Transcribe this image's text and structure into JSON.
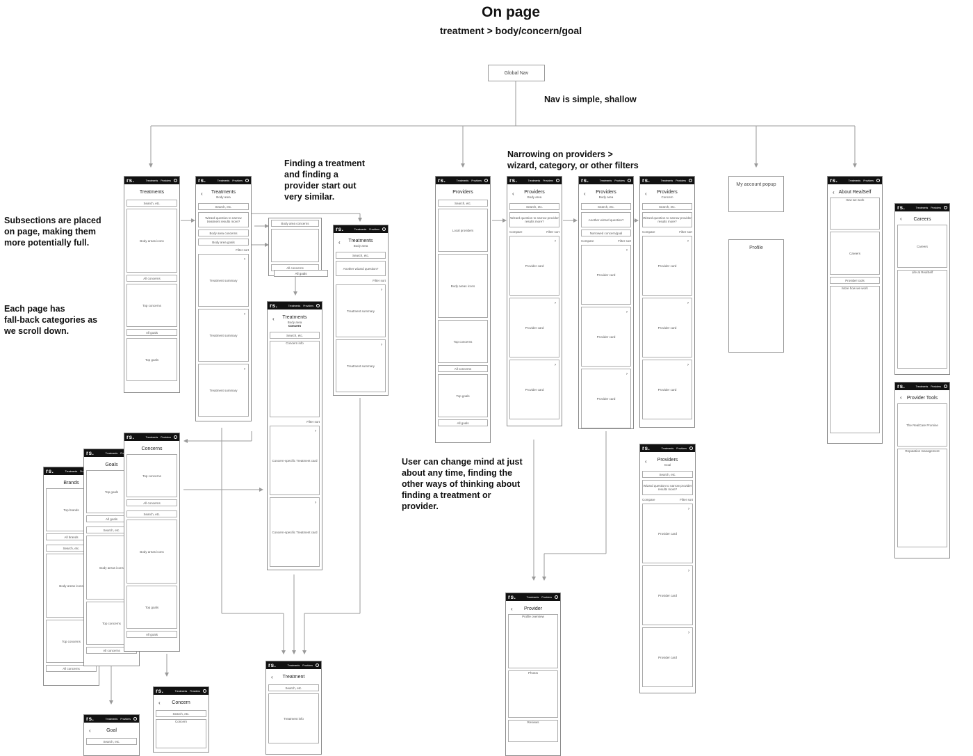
{
  "header": {
    "title": "On page",
    "subtitle": "treatment > body/concern/goal"
  },
  "global_nav": "Global Nav",
  "notes": {
    "nav": "Nav is simple, shallow",
    "finding": "Finding a treatment\nand finding a\nprovider start out\nvery similar.",
    "narrowing": "Narrowing on providers >\nwizard, category, or other filters",
    "subsections": "Subsections are placed\non page, making them\nmore potentially full.",
    "fallback": "Each page has\nfall-back categories as\nwe scroll down.",
    "change_mind": "User can change mind at just\nabout any time, finding the\nother ways of thinking about\nfinding a treatment or\nprovider."
  },
  "phone_chrome": {
    "logo": "rs.",
    "nav1": "Treatments",
    "nav2": "Providers"
  },
  "screens": {
    "treatments": {
      "title": "Treatments",
      "search": "Search, etc.",
      "body_icons": "Body areas icons",
      "all_concerns": "All concerns",
      "top_concerns": "Top concerns",
      "all_goals": "All goals",
      "top_goals": "Top goals"
    },
    "treatments_body": {
      "title": "Treatments",
      "sub": "Body area",
      "search": "Search, etc.",
      "wizard": "Wizard question to narrow treatment results more?",
      "concerns": "Body area concerns",
      "goals": "Body area goals",
      "filter": "Filter sort",
      "summary": "Treatment summary"
    },
    "dropdown": {
      "concerns": "Body area concerns",
      "all_concerns": "All concerns",
      "all_goals": "All goals"
    },
    "treatments_body2": {
      "title": "Treatments",
      "sub": "Body area",
      "search": "Search, etc.",
      "wizard": "Another wizard question?",
      "filter": "Filter sort",
      "summary": "Treatment summary"
    },
    "treatments_concern": {
      "title": "Treatments",
      "sub": "Body area",
      "sub2": "Concern",
      "search": "Search, etc.",
      "info": "Concern info",
      "filter": "Filter sort",
      "card": "Concern-specific Treatment card"
    },
    "providers": {
      "title": "Providers",
      "search": "Search, etc.",
      "local": "Local providers",
      "body_icons": "Body areas icons",
      "top_concerns": "Top concerns",
      "all_concerns": "All concerns",
      "top_goals": "Top goals",
      "all_goals": "All goals"
    },
    "providers_body": {
      "title": "Providers",
      "sub": "Body area",
      "search": "Search, etc.",
      "wizard": "Wizard question to narrow provider results more?",
      "compare": "Compare",
      "filter": "Filter sort",
      "card": "Provider card"
    },
    "providers_body2": {
      "title": "Providers",
      "sub": "Body area",
      "search": "Search, etc.",
      "wizard": "Another wizard question?",
      "narrowed": "Narrowed concern/goal",
      "compare": "Compare",
      "filter": "Filter sort",
      "card": "Provider card"
    },
    "providers_concern": {
      "title": "Providers",
      "sub": "Concern",
      "search": "Search, etc.",
      "wizard": "Wizard question to narrow provider results more?",
      "compare": "Compare",
      "filter": "Filter sort",
      "card": "Provider card"
    },
    "providers_goal": {
      "title": "Providers",
      "sub": "Goal",
      "search": "Search, etc.",
      "wizard": "Wizard question to narrow provider results more?",
      "compare": "Compare",
      "filter": "Filter sort",
      "card": "Provider card"
    },
    "account": {
      "popup": "My account popup",
      "profile": "Profile"
    },
    "about": {
      "title": "About RealSelf",
      "how": "How we work",
      "careers": "Careers",
      "tools": "Provider tools",
      "more": "More how we work"
    },
    "careers": {
      "title": "Careers",
      "careers": "Careers",
      "life": "Life at RealSelf"
    },
    "provider_tools": {
      "title": "Provider Tools",
      "promise": "The RealCare Promise",
      "reputation": "Reputation management"
    },
    "concerns": {
      "title": "Concerns",
      "top_concerns": "Top concerns",
      "all_concerns": "All concerns",
      "search": "Search, etc.",
      "body_icons": "Body areas icons",
      "top_goals": "Top goals",
      "all_goals": "All goals"
    },
    "goals": {
      "title": "Goals",
      "top_goals": "Top goals",
      "all_goals": "All goals",
      "search": "Search, etc.",
      "body_icons": "Body areas icons",
      "top_concerns": "Top concerns",
      "all_concerns": "All concerns"
    },
    "brands": {
      "title": "Brands",
      "top_brands": "Top brands",
      "all_brands": "All brands",
      "search": "Search, etc.",
      "body_icons": "Body areas icons",
      "top_concerns": "Top concerns",
      "all_concerns": "All concerns"
    },
    "concern": {
      "title": "Concern",
      "search": "Search, etc.",
      "concern": "Concern"
    },
    "goal": {
      "title": "Goal",
      "search": "Search, etc."
    },
    "treatment": {
      "title": "Treatment",
      "search": "Search, etc.",
      "info": "Treatment info"
    },
    "provider": {
      "title": "Provider",
      "profile": "Profile overview",
      "photos": "Photos",
      "reviews": "Reviews"
    }
  }
}
